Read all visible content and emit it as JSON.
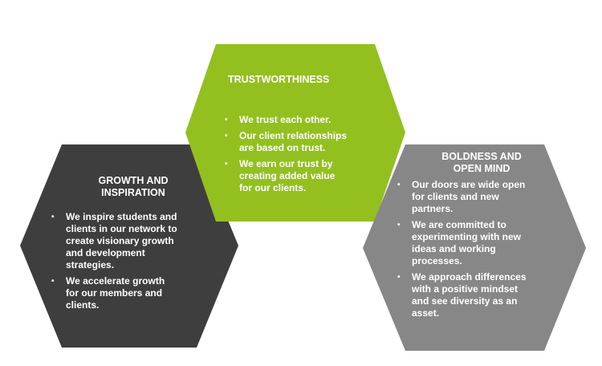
{
  "colors": {
    "growth_fill": "#3e3e3e",
    "trust_fill": "#93c01f",
    "bold_fill": "#878787",
    "text": "#ffffff"
  },
  "growth": {
    "title": [
      "GROWTH AND",
      "INSPIRATION"
    ],
    "bullets": [
      [
        "We inspire students and",
        "clients in our network to",
        "create visionary growth",
        "and development",
        "strategies."
      ],
      [
        "We accelerate growth",
        "for our members and",
        "clients."
      ]
    ]
  },
  "trust": {
    "title": [
      "TRUSTWORTHINESS"
    ],
    "bullets": [
      [
        "We trust each other."
      ],
      [
        "Our client relationships",
        "are based on trust."
      ],
      [
        "We earn our trust by",
        "creating added value",
        "for our clients."
      ]
    ]
  },
  "bold": {
    "title": [
      "BOLDNESS AND",
      "OPEN MIND"
    ],
    "bullets": [
      [
        "Our doors are wide open",
        "for clients and new",
        "partners."
      ],
      [
        "We are committed to",
        "experimenting with new",
        "ideas and working",
        "processes."
      ],
      [
        "We approach differences",
        "with a positive mindset",
        "and see diversity as an",
        "asset."
      ]
    ]
  }
}
